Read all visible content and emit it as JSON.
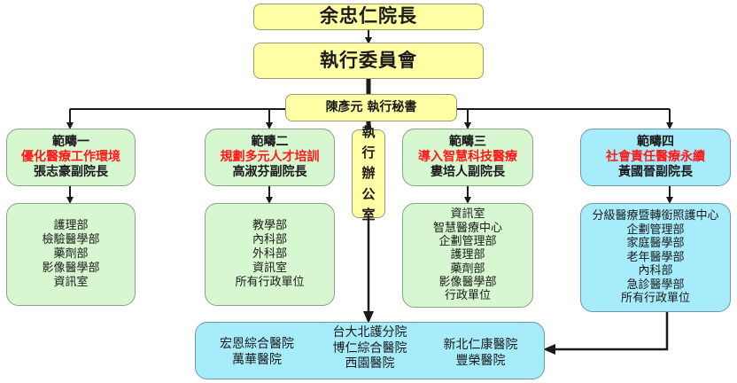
{
  "chart_data": {
    "type": "org-chart",
    "title": "",
    "nodes": {
      "president": "余忠仁院長",
      "committee": "執行委員會",
      "secretary": "陳彥元 執行秘書",
      "office": [
        "執",
        "行",
        "辦",
        "公",
        "室"
      ]
    },
    "categories": [
      {
        "label": "範疇一",
        "theme": "優化醫療工作環境",
        "lead": "張志豪副院長",
        "units": [
          "護理部",
          "檢驗醫學部",
          "藥劑部",
          "影像醫學部",
          "資訊室"
        ]
      },
      {
        "label": "範疇二",
        "theme": "規劃多元人才培訓",
        "lead": "高淑芬副院長",
        "units": [
          "教學部",
          "內科部",
          "外科部",
          "資訊室",
          "所有行政單位"
        ]
      },
      {
        "label": "範疇三",
        "theme": "導入智慧科技醫療",
        "lead": "婁培人副院長",
        "units": [
          "資訊室",
          "智慧醫療中心",
          "企劃管理部",
          "護理部",
          "藥劑部",
          "影像醫學部",
          "行政單位"
        ]
      },
      {
        "label": "範疇四",
        "theme": "社會責任醫療永續",
        "lead": "黃國晉副院長",
        "units": [
          "分級醫療暨轉銜照護中心",
          "企劃管理部",
          "家庭醫學部",
          "老年醫學部",
          "內科部",
          "急診醫學部",
          "所有行政單位"
        ]
      }
    ],
    "hospitals": {
      "left": [
        "宏恩綜合醫院",
        "萬華醫院"
      ],
      "center": [
        "台大北護分院",
        "博仁綜合醫院",
        "西園醫院"
      ],
      "right": [
        "新北仁康醫院",
        "豐榮醫院"
      ]
    },
    "colors": {
      "top_nodes": "#ffffa6",
      "category_1_3": "#d6f7d0",
      "category_4": "#a6ecfb",
      "hospitals": "#a6ecfb",
      "theme_text": "#ff1a1a"
    }
  }
}
